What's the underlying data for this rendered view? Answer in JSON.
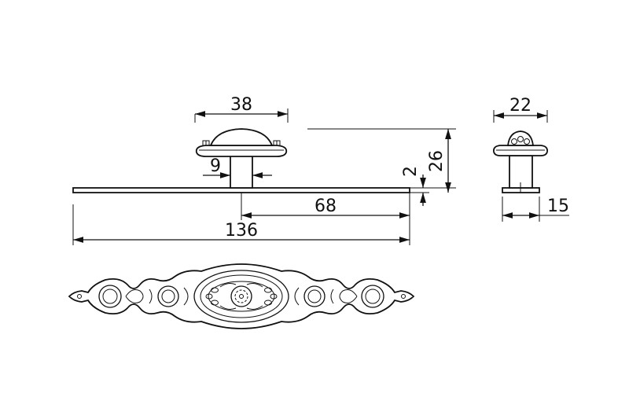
{
  "dimensions": {
    "knob_width": "38",
    "stem_width": "9",
    "overall_length": "136",
    "half_length": "68",
    "plate_thickness": "2",
    "total_height": "26",
    "side_width": "22",
    "side_depth": "15"
  },
  "colors": {
    "line": "#111111",
    "background": "#ffffff"
  }
}
